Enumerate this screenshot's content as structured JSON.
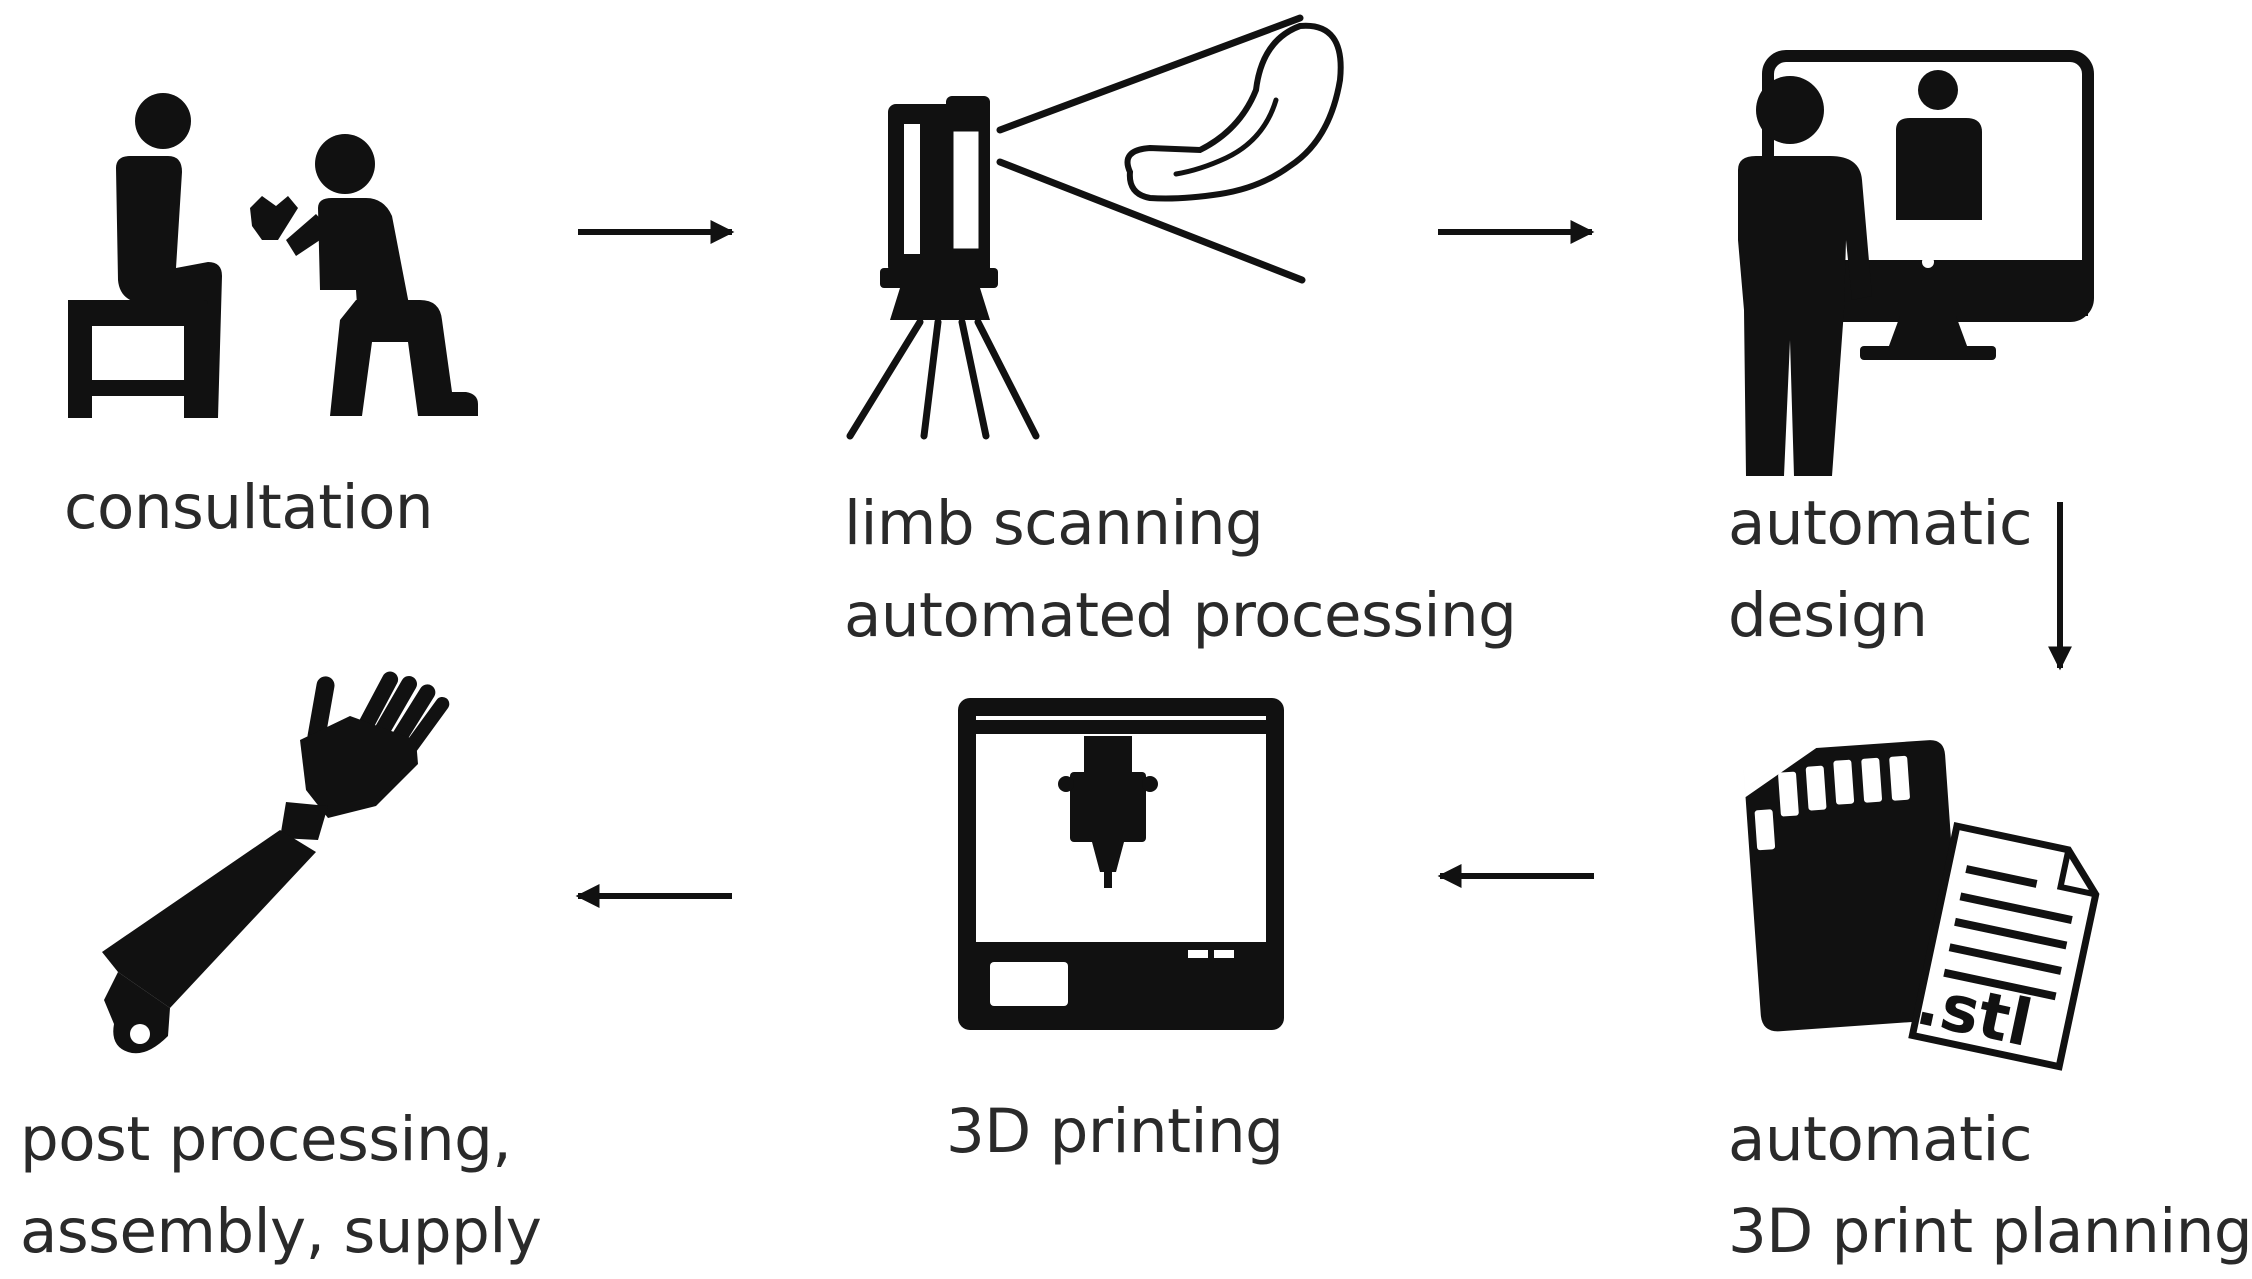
{
  "steps": {
    "consultation": {
      "line1": "consultation"
    },
    "scanning": {
      "line1": "limb scanning",
      "line2": "automated processing"
    },
    "design": {
      "line1": "automatic",
      "line2": "design"
    },
    "planning": {
      "line1": "automatic",
      "line2": "3D print planning",
      "file_ext": ".stl"
    },
    "printing": {
      "line1": "3D printing"
    },
    "post": {
      "line1": "post processing,",
      "line2": "assembly, supply"
    }
  },
  "icons": {
    "consultation": "people-consultation-icon",
    "scanning": "laser-scanner-icon",
    "design": "person-computer-icon",
    "planning": "sd-card-stl-file-icon",
    "printing": "3d-printer-icon",
    "post": "prosthetic-arm-icon"
  },
  "colors": {
    "ink": "#111111",
    "text": "#2a2a2a",
    "background": "#ffffff"
  }
}
